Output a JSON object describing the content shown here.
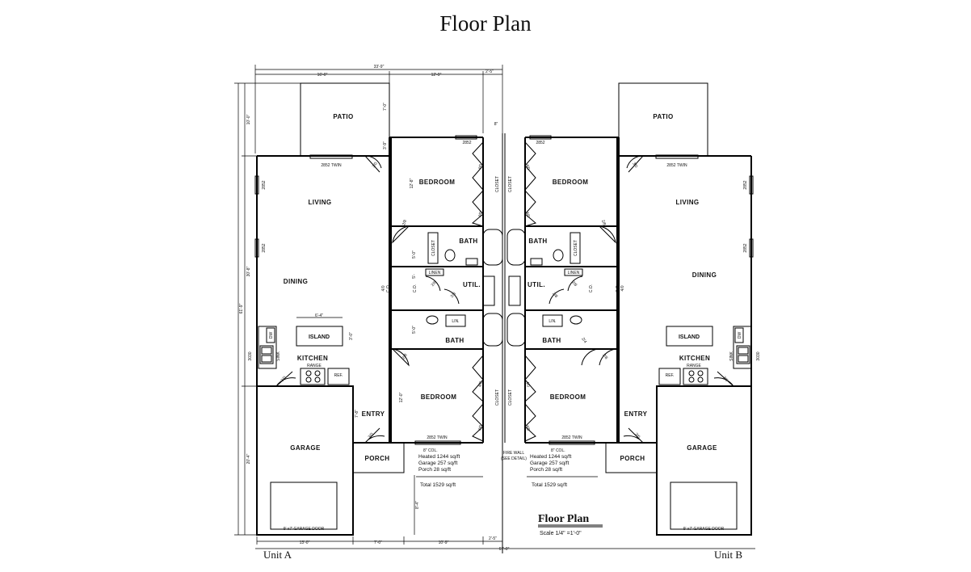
{
  "title": "Floor Plan",
  "rooms": {
    "patio": "PATIO",
    "living": "LIVING",
    "dining": "DINING",
    "kitchen": "KITCHEN",
    "island": "ISLAND",
    "range": "RANGE",
    "ref": "REF.",
    "sink": "SINK",
    "dw": "DW",
    "entry": "ENTRY",
    "garage": "GARAGE",
    "porch": "PORCH",
    "bedroom": "BEDROOM",
    "bath": "BATH",
    "closet": "CLOSET",
    "linen": "LINEN",
    "lin": "LIN.",
    "util": "UTIL.",
    "co": "C.O.",
    "garage_door": "9' x7' GARAGE DOOR"
  },
  "windows": {
    "w2852": "2852",
    "w2852_twin": "2852 TWIN",
    "w3030": "3030"
  },
  "doors": {
    "d30": "3/0",
    "d28": "2/8",
    "d26": "2/6",
    "d24": "2/4",
    "d40": "4/0"
  },
  "dims": {
    "top_total": "33'-9\"",
    "top_seg1": "16'-0\"",
    "top_seg2": "12'-9\"",
    "top_seg3": "2'-5\"",
    "left_total": "61'-9\"",
    "left_seg1": "10'-0\"",
    "left_seg2": "30'-8\"",
    "left_seg3": "20'-4\"",
    "patio_h": "7'-0\"",
    "patio_h2": "3'-9\"",
    "island_w": "6'-4\"",
    "island_h": "3'-0\"",
    "bed_h": "12'-8\"",
    "bed_h2": "12'-0\"",
    "bath_h": "5'-0\"",
    "bath_h2": "5'-0\"",
    "util_h": "5'-",
    "entry_h": "7'-8\"",
    "porch_h": "8'-4\"",
    "bot_seg1": "13'-0\"",
    "bot_seg2": "7'-0\"",
    "bot_seg3": "10'-9\"",
    "bot_seg4": "2'-5\"",
    "bot_total": "67'-0\"",
    "center": "8\""
  },
  "notes": {
    "col": "8\" COL.",
    "fire_wall": "FIRE WALL",
    "see_detail": "(SEE DETAIL)",
    "heated": "Heated 1244 sq/ft",
    "garage": "Garage 257 sq/ft",
    "porch": "Porch 28 sq/ft",
    "total": "Total 1529 sq/ft"
  },
  "legend": {
    "title": "Floor Plan",
    "scale": "Scale 1/4\" =1'-0\""
  },
  "units": {
    "a": "Unit A",
    "b": "Unit B"
  }
}
